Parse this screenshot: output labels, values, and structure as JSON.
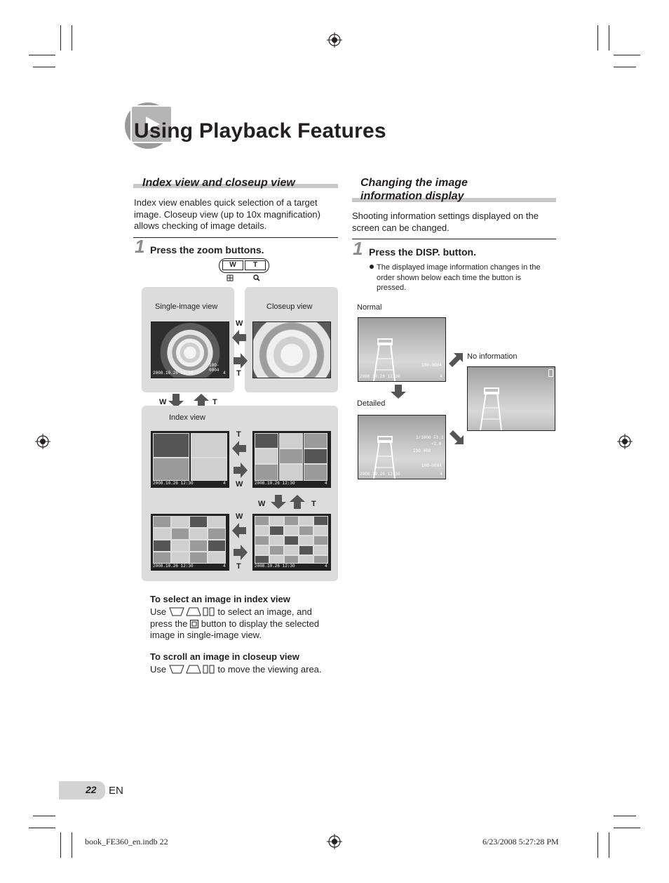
{
  "page_title": "Using Playback Features",
  "left": {
    "section_title": "Index view and closeup view",
    "intro": "Index view enables quick selection of a target image. Closeup view (up to 10x magnification) allows checking of image details.",
    "step_number": "1",
    "step_label": "Press the zoom buttons.",
    "zoom_w": "W",
    "zoom_t": "T",
    "single_view_label": "Single-image view",
    "closeup_view_label": "Closeup view",
    "index_view_label": "Index view",
    "w": "W",
    "t": "T",
    "timestamp": "2008.10.26   12:30",
    "file_no": "100-0004",
    "frame": "4",
    "index_heading": "To select an image in index view",
    "index_text_1": "Use",
    "index_text_2": "to select an image, and",
    "index_text_3": "press the",
    "index_text_4": "button to display the selected",
    "index_text_5": "image in single-image view.",
    "closeup_heading": "To scroll an image in closeup view",
    "closeup_text_1": "Use",
    "closeup_text_2": "to move the viewing area."
  },
  "right": {
    "section_title_1": "Changing the image",
    "section_title_2": "information display",
    "intro": "Shooting information settings displayed on the screen can be changed.",
    "step_number": "1",
    "step_label": "Press the DISP. button.",
    "bullet": "The displayed image information changes in the order shown below each time the button is pressed.",
    "normal_label": "Normal",
    "detailed_label": "Detailed",
    "no_info_label": "No information",
    "shutter": "1/1000  F3.1",
    "ev": "+2.0",
    "iso": "ISO 400",
    "timestamp": "2008.10.26   12:30",
    "file_no": "100-0004",
    "frame": "4"
  },
  "footer": {
    "page_number": "22",
    "lang": "EN",
    "file": "book_FE360_en.indb   22",
    "date": "6/23/2008   5:27:28 PM"
  }
}
